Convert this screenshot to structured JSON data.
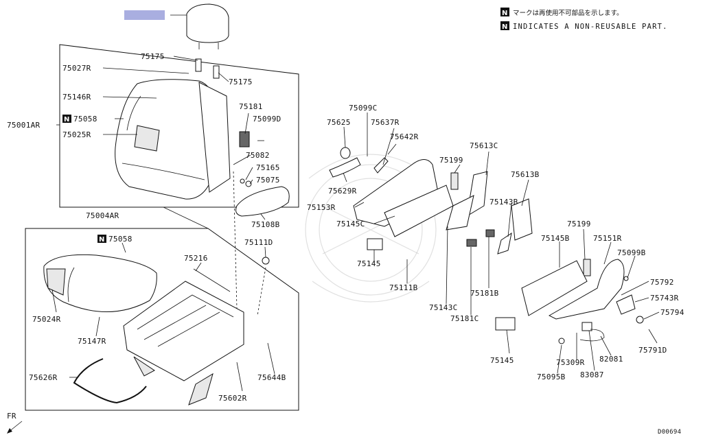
{
  "notice": {
    "badge": "N",
    "japanese": "マークは再使用不可部品を示します。",
    "english": "INDICATES A NON-REUSABLE PART."
  },
  "diagram_code": "D00694",
  "direction_label": "FR",
  "callouts": {
    "c75175a": "75175",
    "c75027r": "75027R",
    "c75175b": "75175",
    "c75146r": "75146R",
    "c75181": "75181",
    "c75058a": "75058",
    "c75099d": "75099D",
    "c75001ar": "75001AR",
    "c75025r": "75025R",
    "c75082": "75082",
    "c75165": "75165",
    "c75075": "75075",
    "c75108b": "75108B",
    "c75004ar": "75004AR",
    "c75058b": "75058",
    "c75111d": "75111D",
    "c75216": "75216",
    "c75024r": "75024R",
    "c75147r": "75147R",
    "c75626r": "75626R",
    "c75644b": "75644B",
    "c75602r": "75602R",
    "c75099c": "75099C",
    "c75625": "75625",
    "c75637r": "75637R",
    "c75642r": "75642R",
    "c75629r": "75629R",
    "c75153r": "75153R",
    "c75145c": "75145C",
    "c75145a": "75145",
    "c75111b": "75111B",
    "c75613c": "75613C",
    "c75199a": "75199",
    "c75613b": "75613B",
    "c75143b": "75143B",
    "c75143c": "75143C",
    "c75181b": "75181B",
    "c75181c": "75181C",
    "c75199b": "75199",
    "c75145b": "75145B",
    "c75151r": "75151R",
    "c75099b": "75099B",
    "c75792": "75792",
    "c75743r": "75743R",
    "c75794": "75794",
    "c75145d": "75145",
    "c75309r": "75309R",
    "c82081": "82081",
    "c75791d": "75791D",
    "c75095b": "75095B",
    "c83087": "83087"
  },
  "non_reusable_markers": [
    "75058",
    "75058"
  ],
  "colors": {
    "line": "#111111",
    "redaction_box": "#a9aee0"
  }
}
